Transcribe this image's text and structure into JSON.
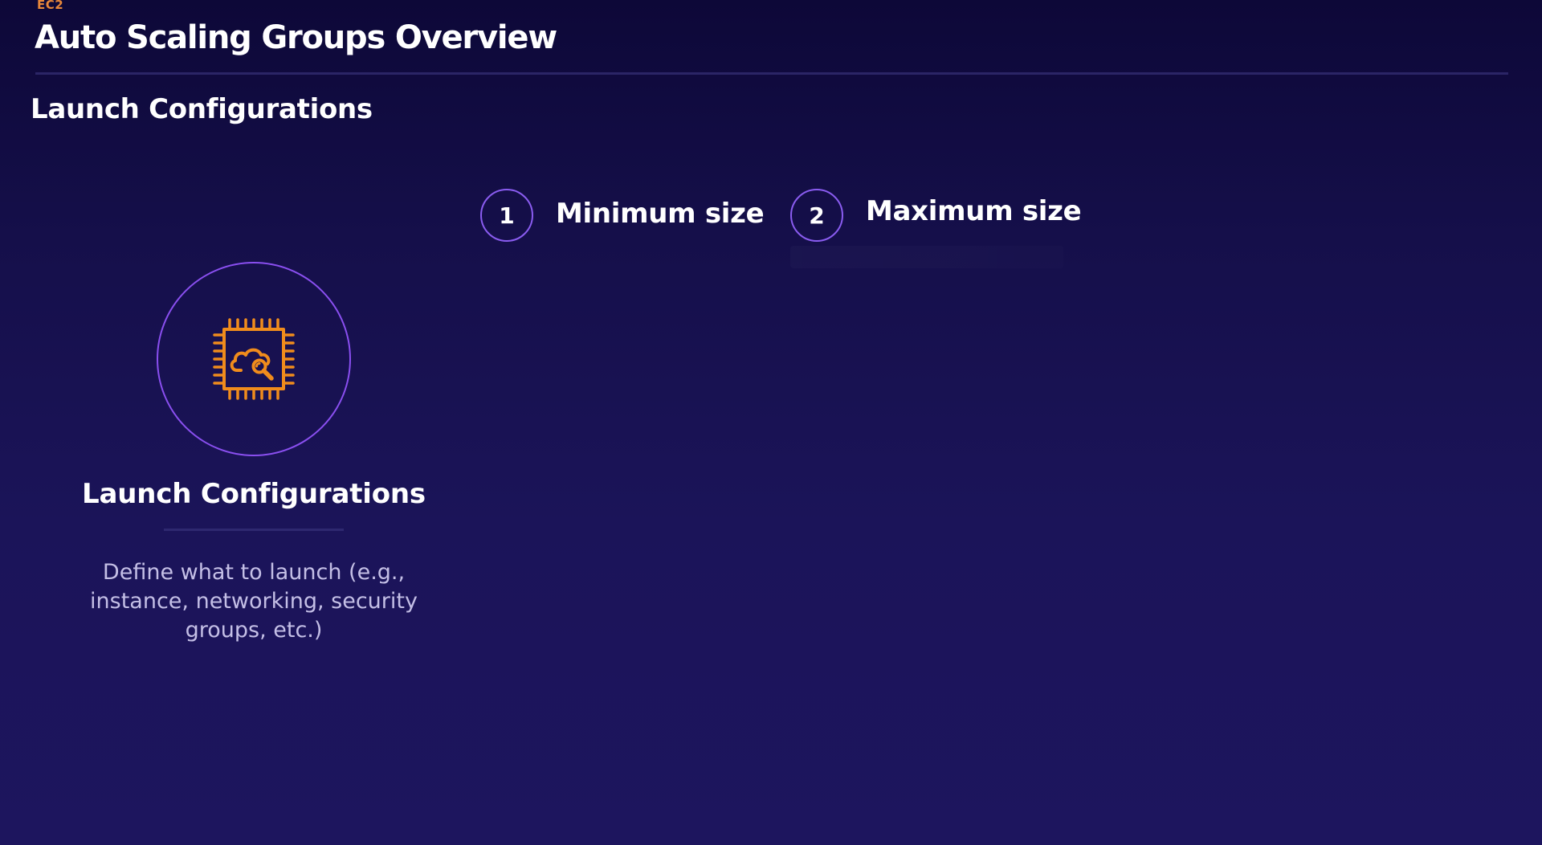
{
  "header": {
    "eyebrow": "EC2",
    "title": "Auto Scaling Groups Overview"
  },
  "section": {
    "title": "Launch Configurations"
  },
  "steps": [
    {
      "number": "1",
      "label": "Minimum size"
    },
    {
      "number": "2",
      "label": "Maximum size"
    }
  ],
  "feature": {
    "icon": "ec2-chip-cloud-search-icon",
    "title": "Launch Configurations",
    "description": "Define what to launch (e.g., instance, networking, security groups, etc.)"
  },
  "colors": {
    "accent_orange": "#e8873a",
    "accent_purple": "#8a5cf0",
    "background_top": "#0d0838",
    "background_bottom": "#1d155e"
  }
}
